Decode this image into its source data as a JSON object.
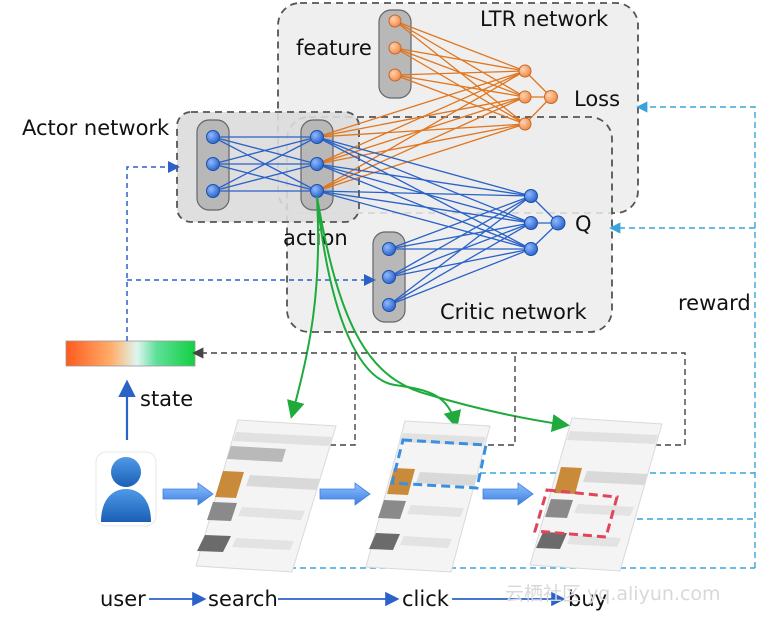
{
  "labels": {
    "ltr_network": "LTR network",
    "actor_network": "Actor network",
    "critic_network": "Critic network",
    "feature": "feature",
    "loss": "Loss",
    "action": "action",
    "q": "Q",
    "state": "state",
    "reward": "reward",
    "user": "user",
    "search": "search",
    "click": "click",
    "buy": "buy"
  },
  "watermark": "云栖社区 yq.aliyun.com",
  "colors": {
    "orange_edge": "#e0761f",
    "blue_edge": "#2a62c9",
    "green_edge": "#1faa3c",
    "dashed_blue": "#3aa3d9",
    "dashed_gray": "#444444",
    "node_orange": "#f5a36c",
    "node_blue": "#3b7ae0",
    "highlight_blue": "#3b8fe0",
    "highlight_red": "#e0455a"
  },
  "icons": [
    "user-icon",
    "phone-screenshot-icon"
  ]
}
